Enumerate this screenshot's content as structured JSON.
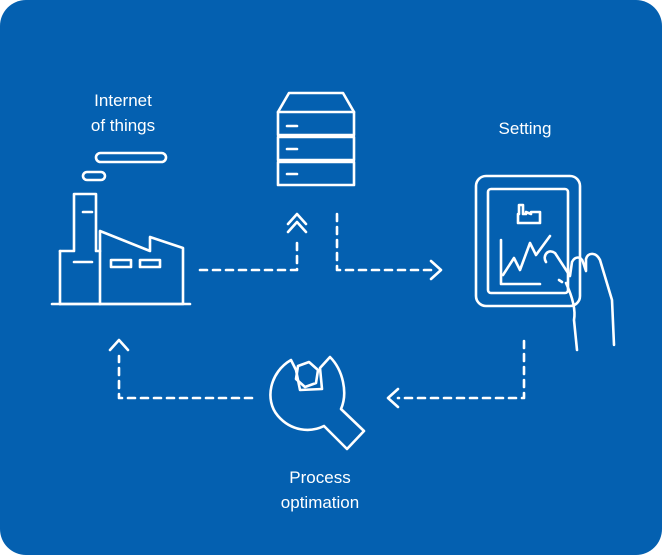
{
  "colors": {
    "background": "#0460b0",
    "stroke": "#ffffff"
  },
  "nodes": {
    "iot": {
      "label": "Internet\nof things",
      "icon": "factory-icon"
    },
    "server": {
      "icon": "server-stack-icon"
    },
    "setting": {
      "label": "Setting",
      "icon": "tablet-hand-icon"
    },
    "process": {
      "label": "Process\noptimation",
      "icon": "wrench-icon"
    }
  },
  "flows": [
    {
      "from": "iot",
      "to": "server"
    },
    {
      "from": "server",
      "to": "setting"
    },
    {
      "from": "setting",
      "to": "process"
    },
    {
      "from": "process",
      "to": "iot"
    }
  ]
}
